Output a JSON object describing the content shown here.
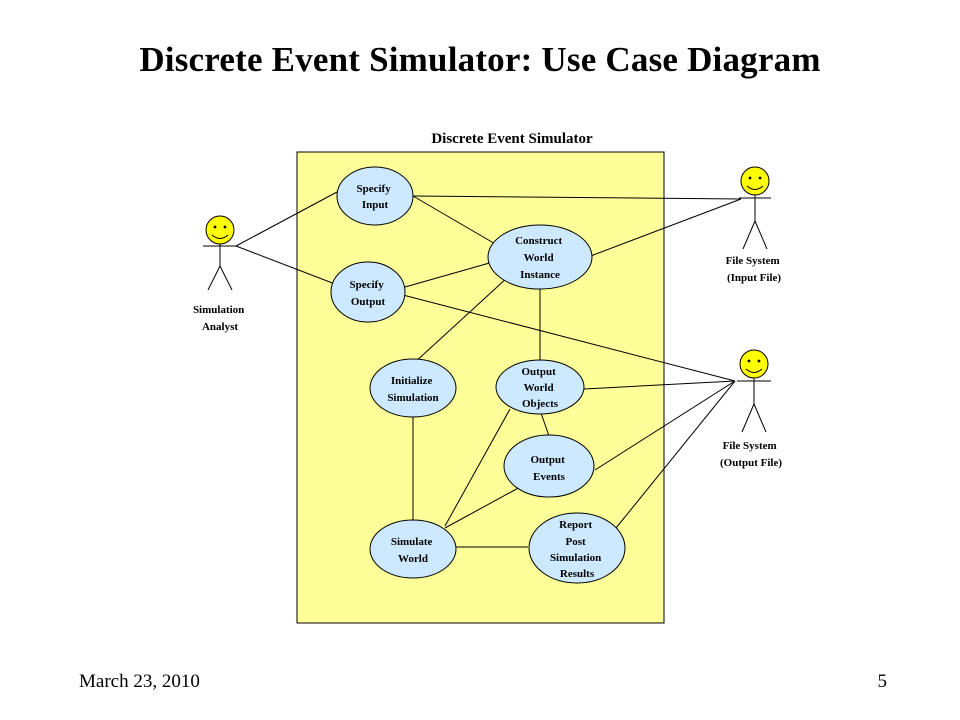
{
  "slide": {
    "title": "Discrete Event Simulator: Use Case Diagram",
    "date": "March 23, 2010",
    "page_number": "5"
  },
  "diagram": {
    "system_name": "Discrete Event Simulator",
    "colors": {
      "system_fill": "#ffff99",
      "usecase_fill": "#cce9ff",
      "actor_head": "#ffff00",
      "line": "#000000"
    },
    "actors": {
      "simulation_analyst": [
        "Simulation",
        "Analyst"
      ],
      "input_fs": [
        "File System",
        "(Input File)"
      ],
      "output_fs": [
        "File System",
        "(Output File)"
      ]
    },
    "usecases": {
      "specify_input": [
        "Specify",
        "Input"
      ],
      "specify_output": [
        "Specify",
        "Output"
      ],
      "construct_world": [
        "Construct",
        "World",
        "Instance"
      ],
      "initialize_sim": [
        "Initialize",
        "Simulation"
      ],
      "output_world_objects": [
        "Output",
        "World",
        "Objects"
      ],
      "output_events": [
        "Output",
        "Events"
      ],
      "simulate_world": [
        "Simulate",
        "World"
      ],
      "report_results": [
        "Report",
        "Post",
        "Simulation",
        "Results"
      ]
    }
  }
}
